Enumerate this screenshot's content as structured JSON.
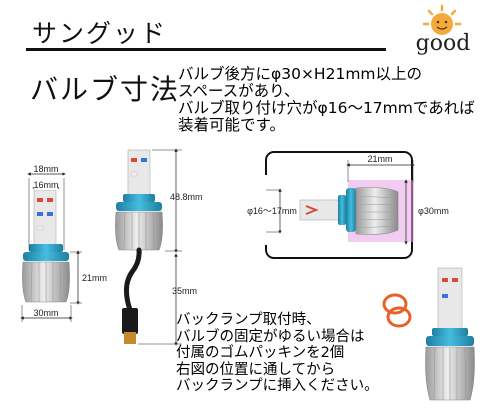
{
  "header": {
    "brand": "サングッド",
    "logo_text": "good"
  },
  "section": {
    "title": "バルブ寸法"
  },
  "intro_lines": [
    "バルブ後方にφ30×H21mm以上の",
    "スペースがあり、",
    "バルブ取り付け穴がφ16～17mmであれば",
    "装着可能です。"
  ],
  "dimensions": {
    "left_top_width": "18mm",
    "left_inner_width": "16mm",
    "left_base_height": "21mm",
    "left_base_width": "30mm",
    "mid_total_height": "48.8mm",
    "mid_cable_length": "35mm",
    "right_width": "21mm",
    "right_hole": "φ16～17mm",
    "right_base": "φ30mm"
  },
  "install_lines": [
    "バックランプ取付時、",
    "バルブの固定がゆるい場合は",
    "付属のゴムパッキンを2個",
    "右図の位置に通してから",
    "バックランプに挿入ください。"
  ],
  "colors": {
    "base_blue": "#2a9fc0",
    "fin_silver": "#c9c9c9",
    "highlight_pink": "#e9a3e6",
    "oring_orange": "#e8602a",
    "sun_orange": "#f4a93a"
  }
}
